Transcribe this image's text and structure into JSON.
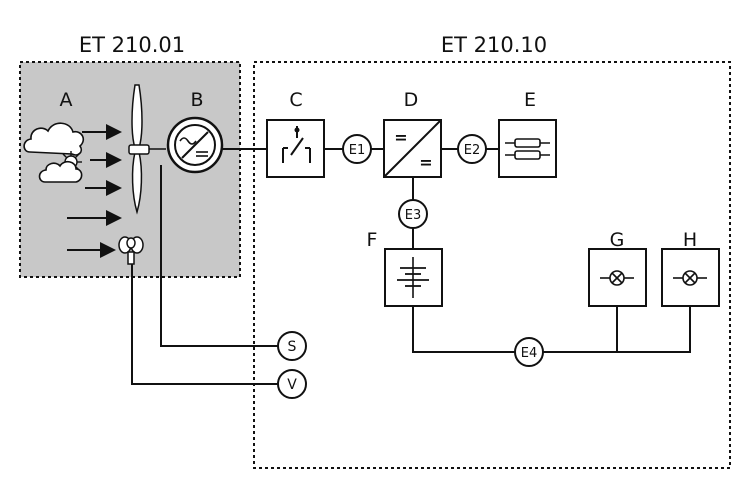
{
  "titles": {
    "left_unit": "ET 210.01",
    "right_unit": "ET 210.10"
  },
  "components": {
    "A": "A",
    "B": "B",
    "C": "C",
    "D": "D",
    "E": "E",
    "F": "F",
    "G": "G",
    "H": "H"
  },
  "meters": {
    "E1": "E1",
    "E2": "E2",
    "E3": "E3",
    "E4": "E4",
    "S": "S",
    "V": "V"
  },
  "converter_symbols": {
    "top": "=",
    "bottom": "="
  },
  "colors": {
    "left_unit_fill": "#c8c8c8",
    "line": "#111111"
  }
}
